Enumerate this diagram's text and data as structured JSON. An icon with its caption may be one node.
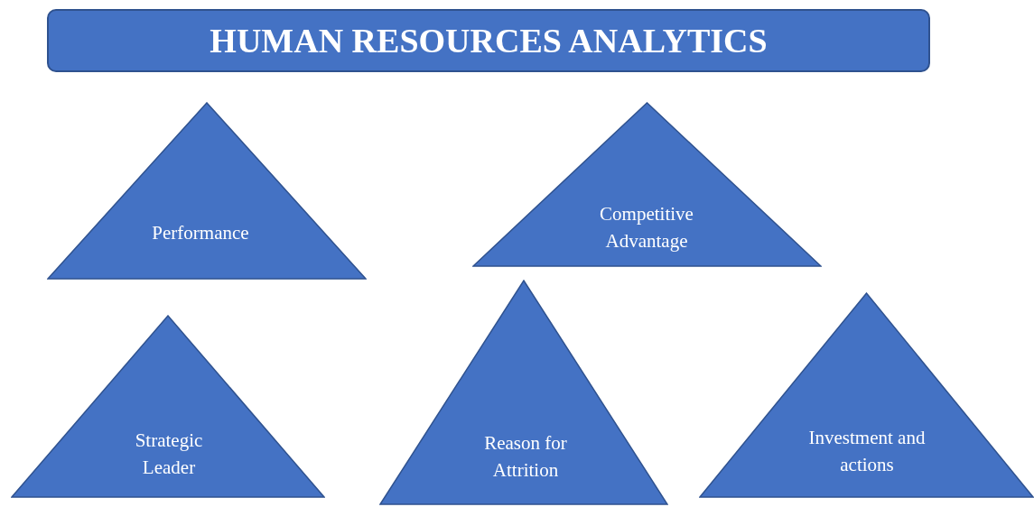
{
  "diagram": {
    "nodes": [
      {
        "text": [
          "HUMAN RESOURCES ANALYTICS"
        ]
      },
      {
        "text": [
          "Performance"
        ]
      },
      {
        "text": [
          "Competitive Advantage"
        ]
      },
      {
        "text": [
          "Strategic Leader"
        ]
      },
      {
        "text": [
          "Reason for Attrition"
        ]
      },
      {
        "text": [
          "Investment and actions"
        ]
      }
    ]
  }
}
